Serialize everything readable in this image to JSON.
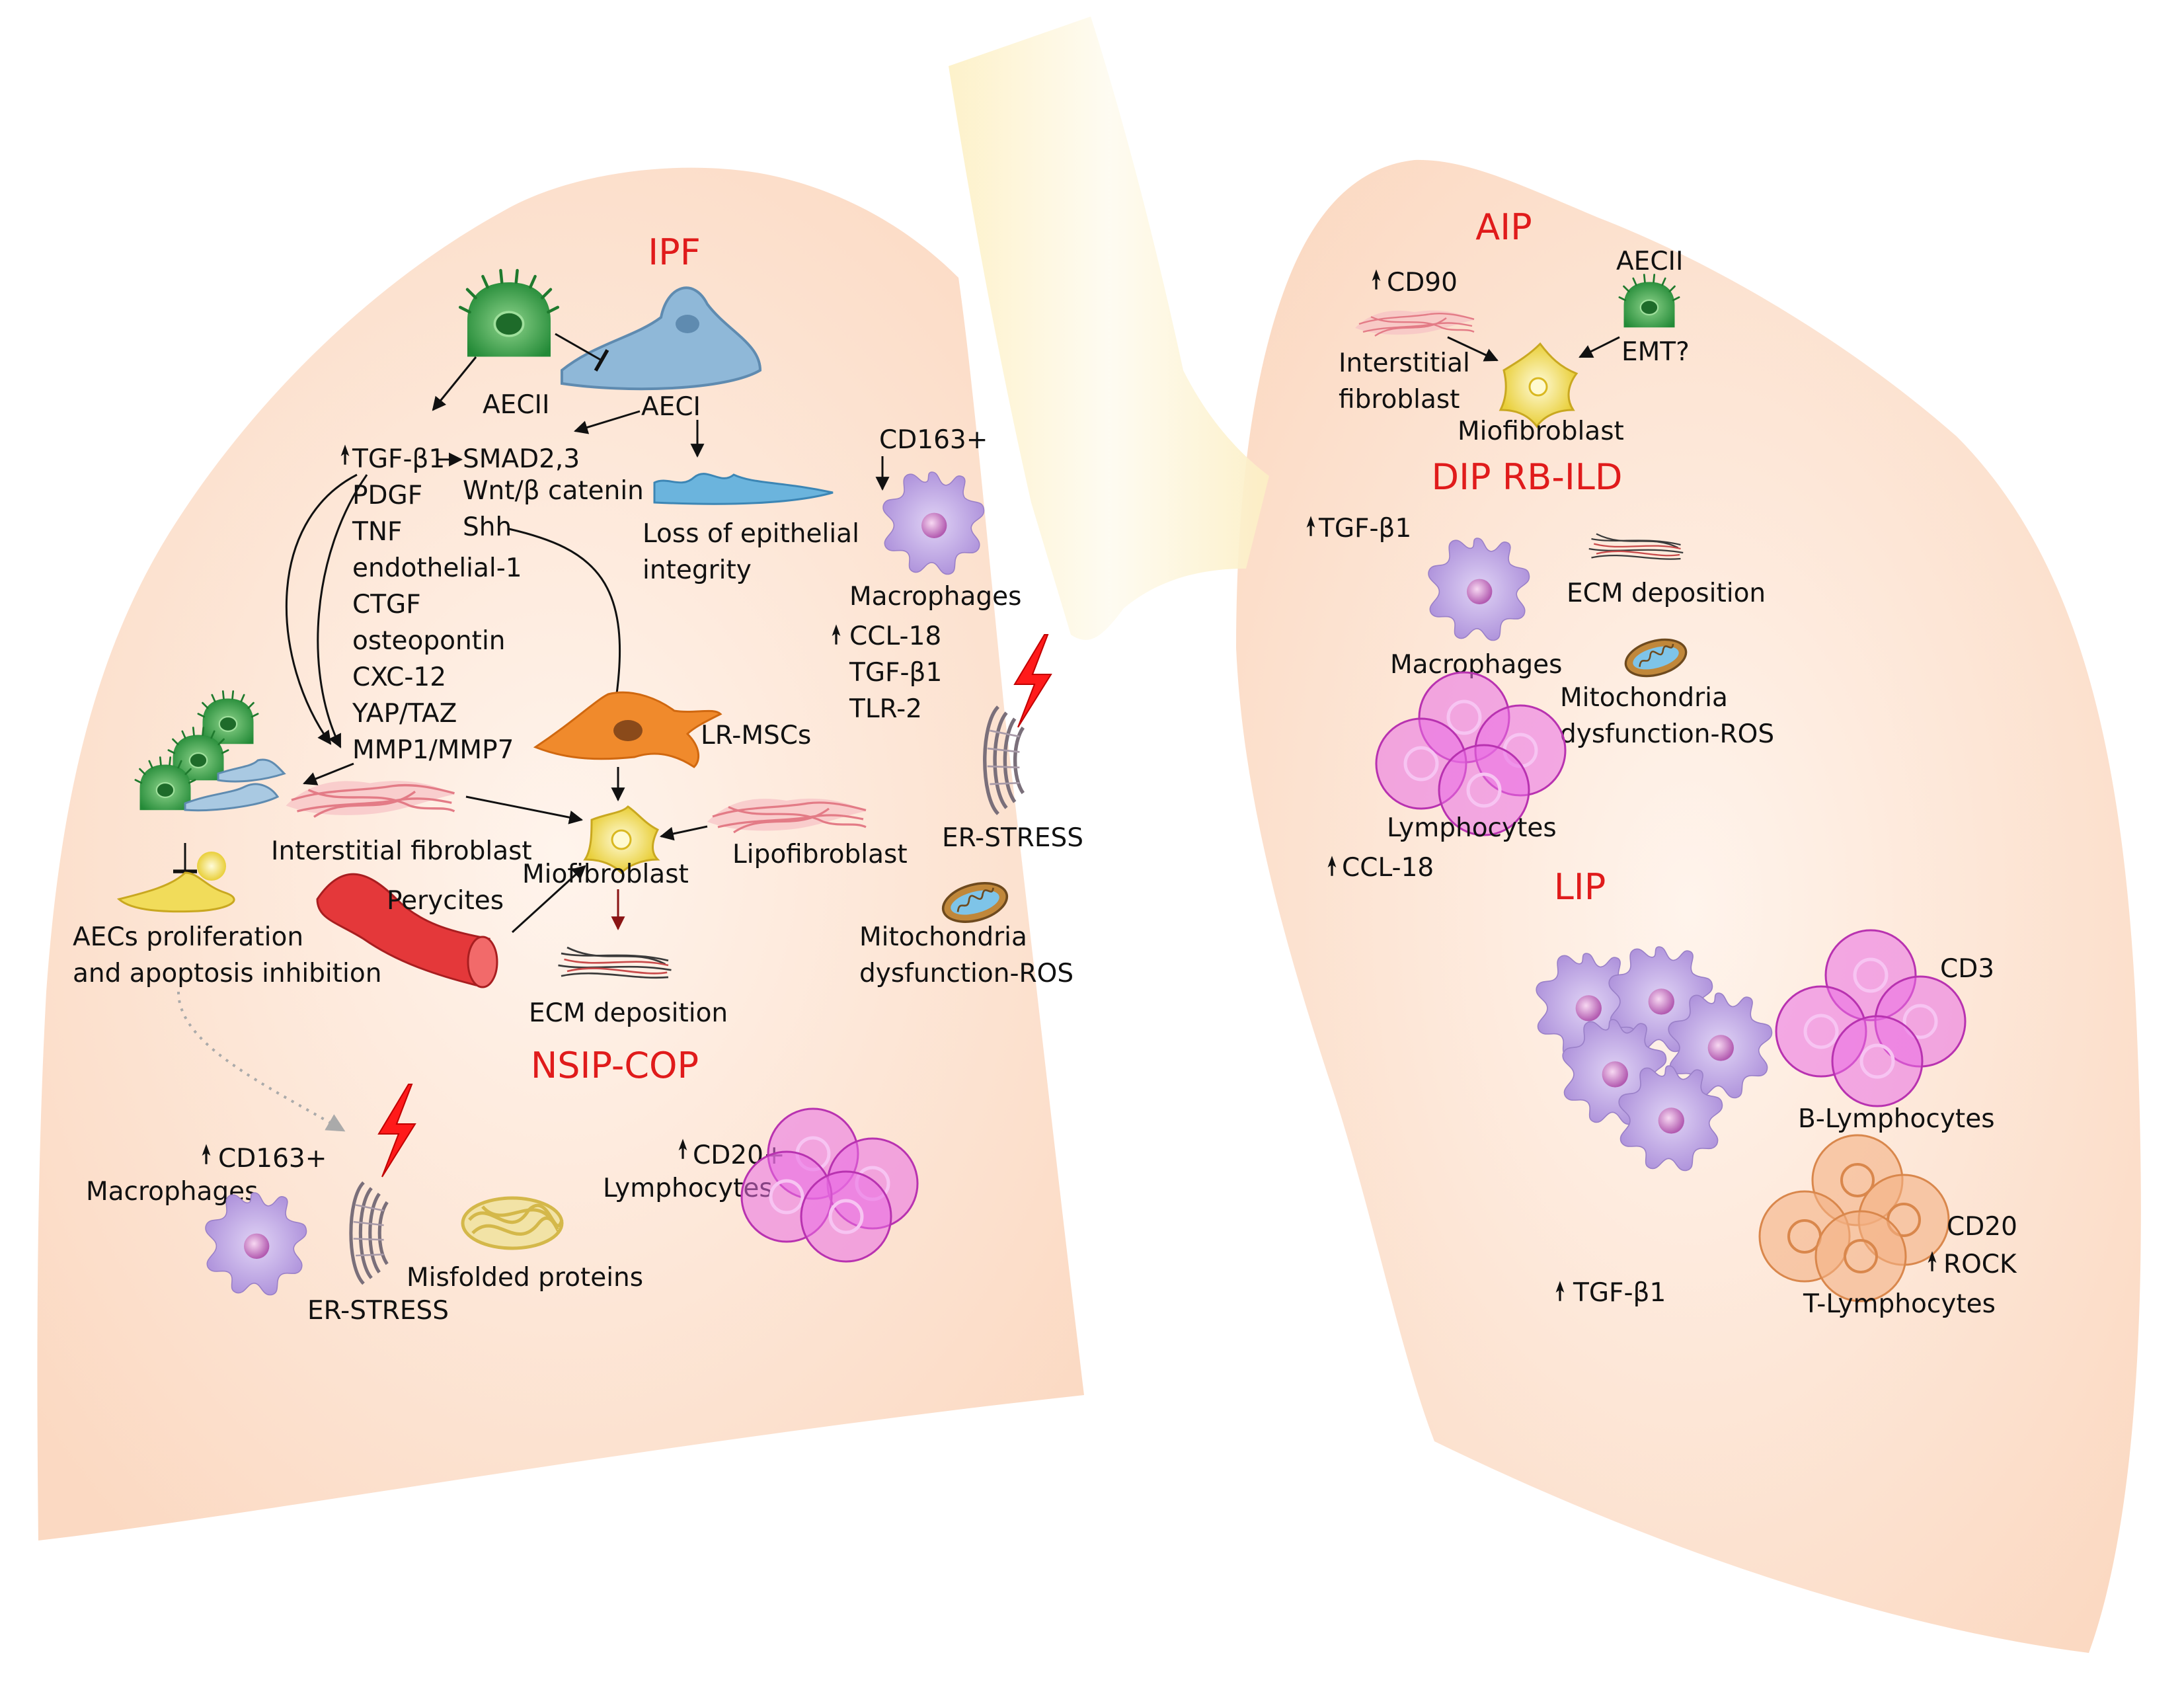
{
  "titles": {
    "ipf": "IPF",
    "nsip_cop": "NSIP-COP",
    "aip": "AIP",
    "dip_rb_ild": "DIP RB-ILD",
    "lip": "LIP"
  },
  "ipf": {
    "aecii": "AECII",
    "aeci": "AECI",
    "mediators": [
      "TGF-β1",
      "PDGF",
      "TNF",
      "endothelial-1",
      "CTGF",
      "osteopontin",
      "CXC-12",
      "YAP/TAZ",
      "MMP1/MMP7"
    ],
    "pathways": [
      "SMAD2,3",
      "Wnt/β catenin",
      "Shh"
    ],
    "loss_epithelial": [
      "Loss of epithelial",
      "integrity"
    ],
    "cd163": "CD163+",
    "macrophages": "Macrophages",
    "macrophage_markers": [
      "CCL-18",
      "TGF-β1",
      "TLR-2"
    ],
    "lr_mscs": "LR-MSCs",
    "er_stress": "ER-STRESS",
    "interstitial_fibroblast": "Interstitial fibroblast",
    "miofibroblast": "Miofibroblast",
    "lipofibroblast": "Lipofibroblast",
    "perycites": "Perycites",
    "aecs_text": [
      "AECs proliferation",
      "and apoptosis inhibition"
    ],
    "ecm_deposition": "ECM deposition",
    "mitochondria": [
      "Mitochondria",
      "dysfunction-ROS"
    ]
  },
  "nsip": {
    "cd163": "CD163+",
    "macrophages": "Macrophages",
    "er_stress": "ER-STRESS",
    "misfolded": "Misfolded proteins",
    "cd20": "CD20+",
    "lymphocytes": "Lymphocytes"
  },
  "aip": {
    "cd90": "CD90",
    "aecii": "AECII",
    "interstitial": [
      "Interstitial",
      "fibroblast"
    ],
    "emt": "EMT?",
    "miofibroblast": "Miofibroblast"
  },
  "dip": {
    "tgf": "TGF-β1",
    "ecm": "ECM deposition",
    "macrophages": "Macrophages",
    "mitochondria": [
      "Mitochondria",
      "dysfunction-ROS"
    ],
    "lymphocytes": "Lymphocytes",
    "ccl18": "CCL-18"
  },
  "lip": {
    "cd3": "CD3",
    "b_lymphocytes": "B-Lymphocytes",
    "cd20": "CD20",
    "rock": "ROCK",
    "t_lymphocytes": "T-Lymphocytes",
    "tgf": "TGF-β1"
  },
  "colors": {
    "title_red": "#e01b1b",
    "lung_fill": "#fbe0cc",
    "trachea_fill": "#fcf0c4",
    "aec_green": "#2f9e3f",
    "aeci_blue": "#8fb8d8",
    "macrophage_purple": "#b9a0e0",
    "lymphocyte_magenta": "#ea6ee4",
    "t_lymphocyte_orange": "#f3b183",
    "fibroblast_pink": "#f3a2a8",
    "lr_msc_orange": "#f08a2c",
    "vessel_red": "#e4383a",
    "miofibroblast_yellow": "#f1dc5a"
  },
  "icons": [
    "lightning-bolt-icon",
    "mitochondria-icon",
    "up-arrow-icon",
    "er-stress-icon"
  ]
}
